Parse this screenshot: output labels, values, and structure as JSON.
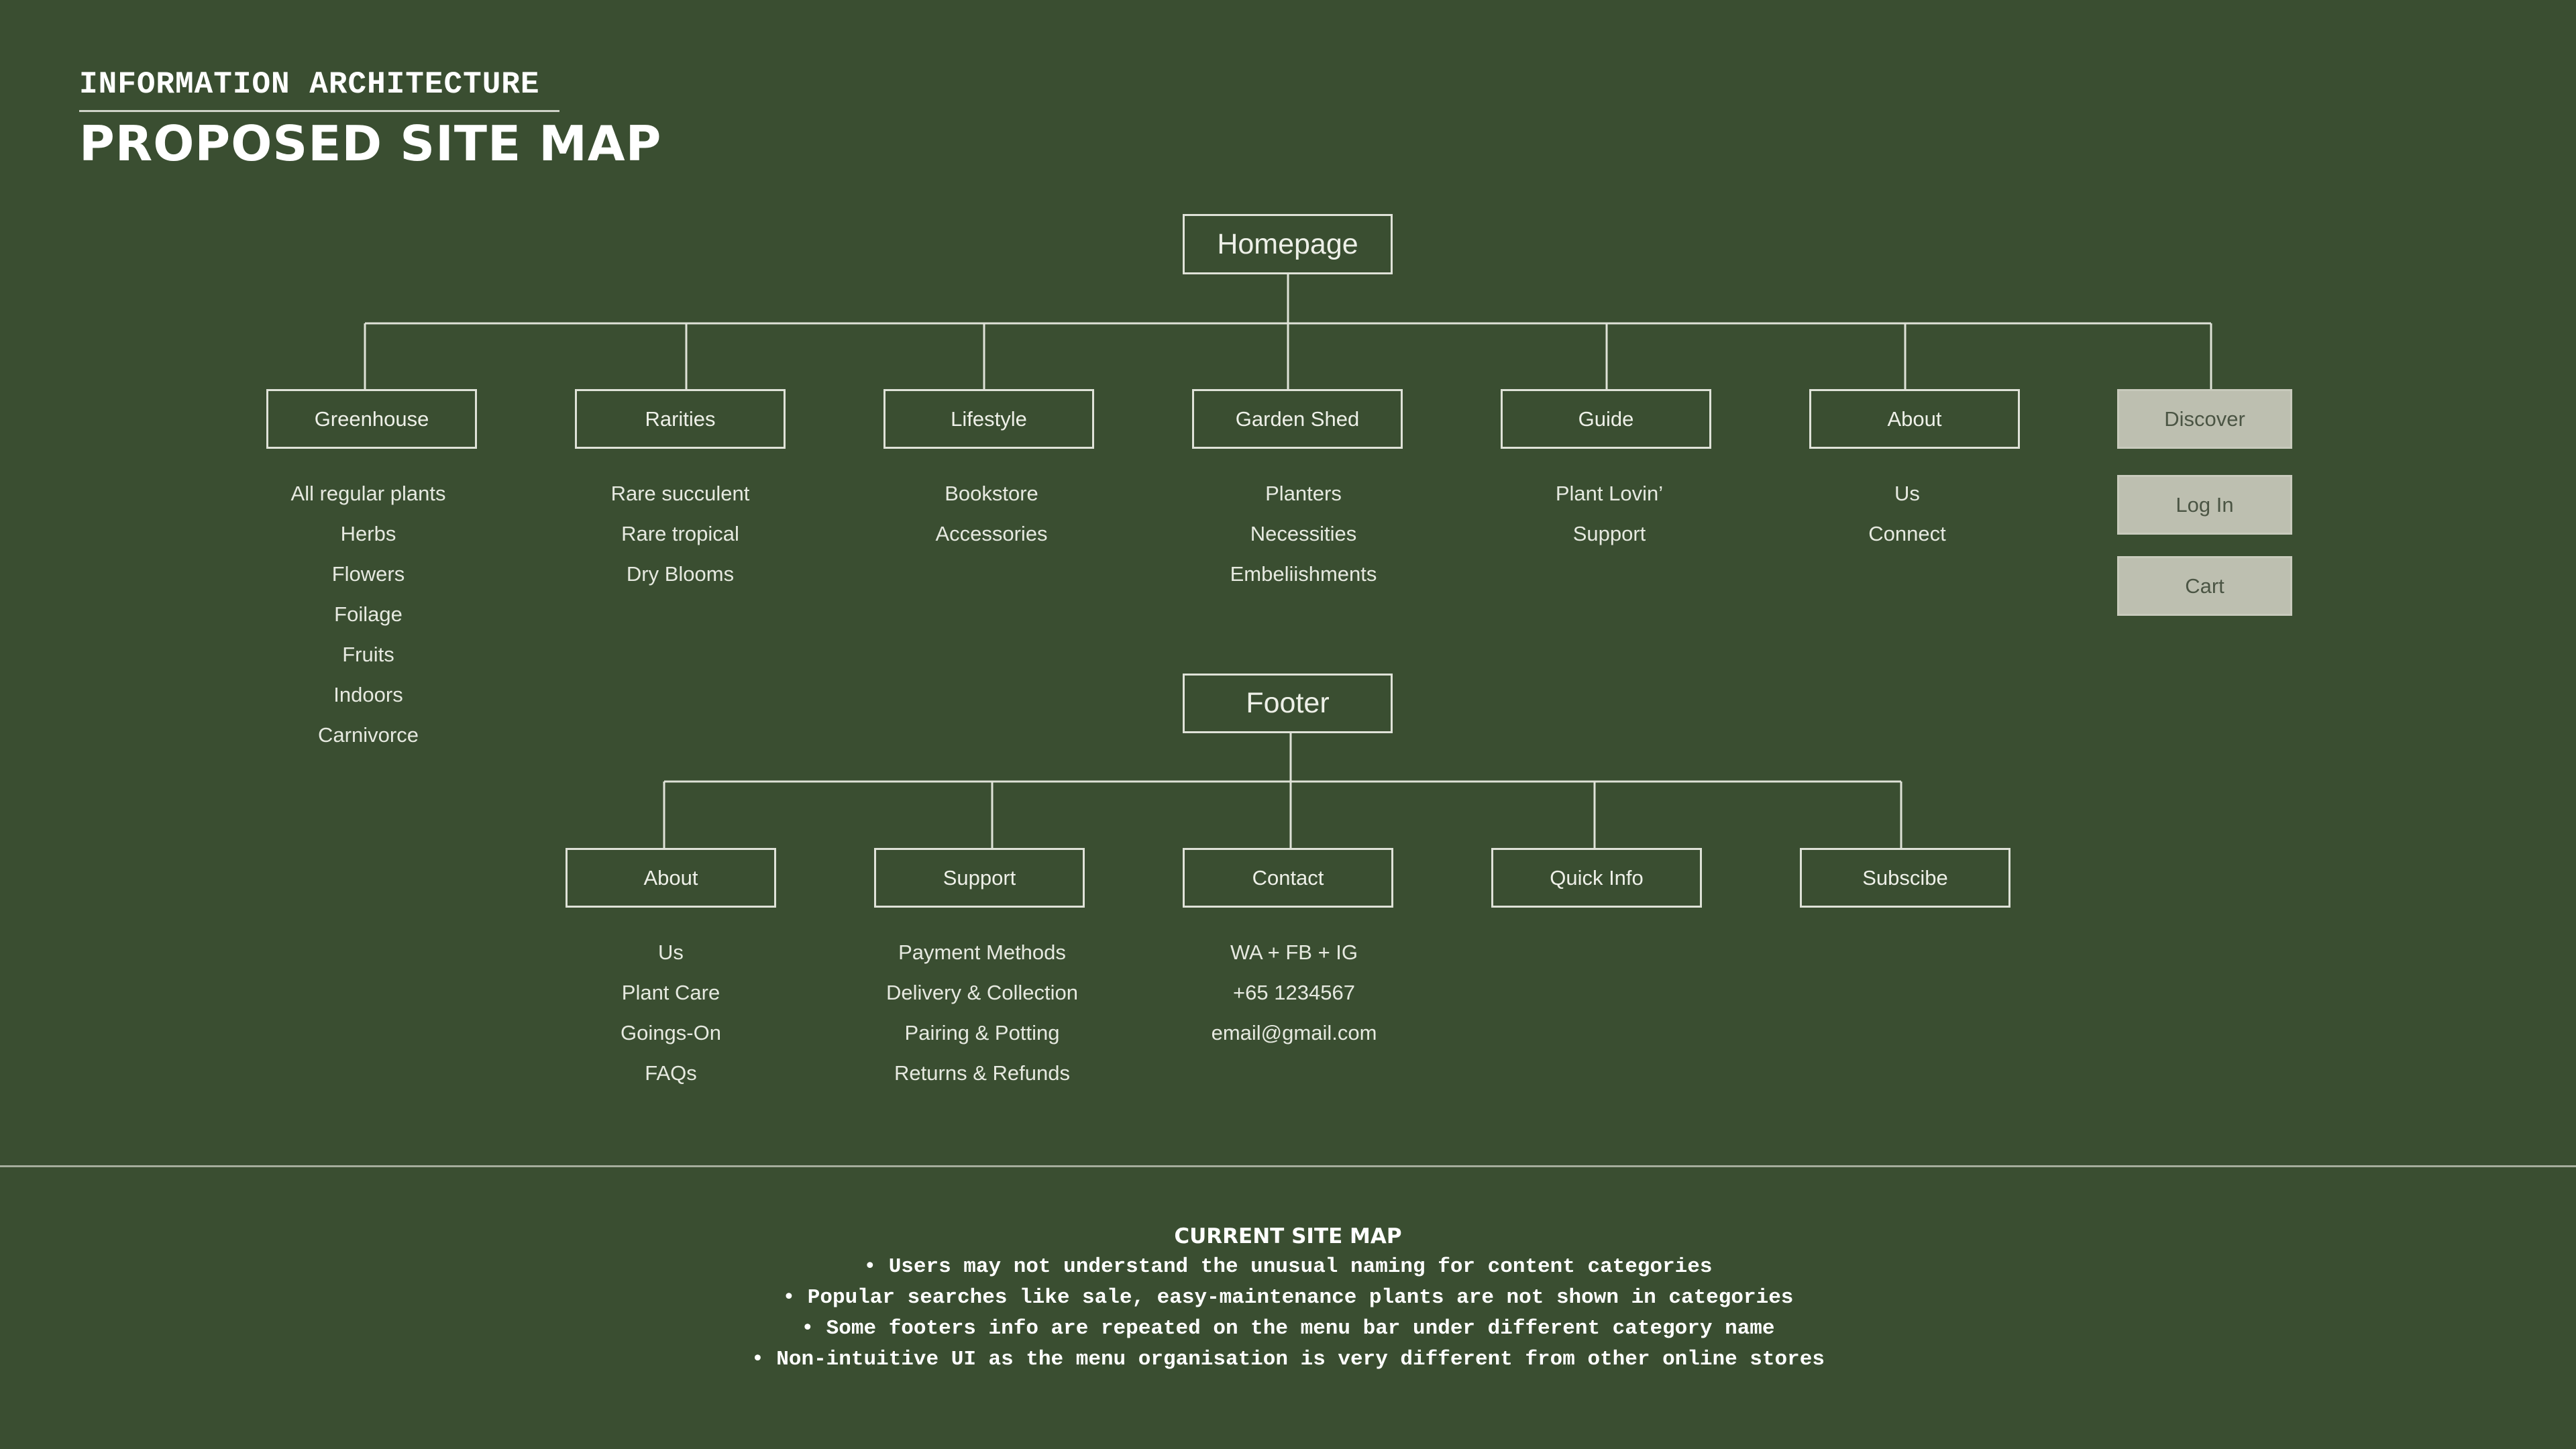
{
  "header": {
    "eyebrow": "INFORMATION ARCHITECTURE",
    "title": "PROPOSED SITE MAP"
  },
  "colors": {
    "background": "#3a4e31",
    "line": "#dfe2d8",
    "utility_fill": "#bdbfb0",
    "utility_text": "#4b5544"
  },
  "main_tree": {
    "root": "Homepage",
    "categories": [
      {
        "label": "Greenhouse",
        "items": [
          "All regular plants",
          "Herbs",
          "Flowers",
          "Foilage",
          "Fruits",
          "Indoors",
          "Carnivorce"
        ]
      },
      {
        "label": "Rarities",
        "items": [
          "Rare succulent",
          "Rare tropical",
          "Dry Blooms"
        ]
      },
      {
        "label": "Lifestyle",
        "items": [
          "Bookstore",
          "Accessories"
        ]
      },
      {
        "label": "Garden Shed",
        "items": [
          "Planters",
          "Necessities",
          "Embeliishments"
        ]
      },
      {
        "label": "Guide",
        "items": [
          "Plant Lovin’",
          "Support"
        ]
      },
      {
        "label": "About",
        "items": [
          "Us",
          "Connect"
        ]
      }
    ],
    "utility": [
      "Discover",
      "Log In",
      "Cart"
    ]
  },
  "footer_tree": {
    "root": "Footer",
    "categories": [
      {
        "label": "About",
        "items": [
          "Us",
          "Plant Care",
          "Goings-On",
          "FAQs"
        ]
      },
      {
        "label": "Support",
        "items": [
          "Payment Methods",
          "Delivery & Collection",
          "Pairing & Potting",
          "Returns & Refunds"
        ]
      },
      {
        "label": "Contact",
        "items": [
          "WA + FB + IG",
          "+65 1234567",
          "email@gmail.com"
        ]
      },
      {
        "label": "Quick Info",
        "items": []
      },
      {
        "label": "Subscibe",
        "items": []
      }
    ]
  },
  "current": {
    "title": "CURRENT SITE MAP",
    "notes": [
      "• Users may not understand the unusual naming for content categories",
      "• Popular searches like sale, easy-maintenance plants are not shown in categories",
      "• Some footers info are repeated on the menu bar under different category name",
      "• Non-intuitive UI as the menu organisation is very different from other online stores"
    ]
  }
}
